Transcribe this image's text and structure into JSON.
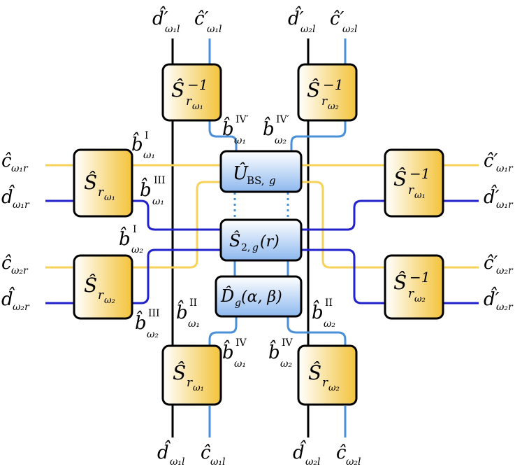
{
  "colors": {
    "black_wire": "#000000",
    "light_blue_wire": "#4a90d9",
    "dark_blue_wire": "#2222cc",
    "yellow_wire": "#f5d25a",
    "yellow_box_fill_start": "#ffffff",
    "yellow_box_fill_end": "#f3c33a",
    "blue_box_fill_start": "#ffffff",
    "blue_box_fill_end": "#8db8ee"
  },
  "boxes": {
    "s_inv_top_w1": "Ŝ⁻¹_{r_{ω1}}",
    "s_inv_top_w2": "Ŝ⁻¹_{r_{ω2}}",
    "s_left_w1": "Ŝ_{r_{ω1}}",
    "s_left_w2": "Ŝ_{r_{ω2}}",
    "s_inv_right_w1": "Ŝ⁻¹_{r_{ω1}}",
    "s_inv_right_w2": "Ŝ⁻¹_{r_{ω2}}",
    "s_bottom_w1": "Ŝ_{r_{ω1}}",
    "s_bottom_w2": "Ŝ_{r_{ω2}}",
    "u_bs": "Û_{BS,g}",
    "s2": "Ŝ_{2,g}(r)",
    "d_g": "D̂_g(α, β)"
  },
  "labels": {
    "top_d_w1l": "d̂′_{ω1 l}",
    "top_c_w1l": "ĉ′_{ω1 l}",
    "top_d_w2l": "d̂′_{ω2 l}",
    "top_c_w2l": "ĉ′_{ω2 l}",
    "left_c_w1r": "ĉ_{ω1 r}",
    "left_d_w1r": "d̂_{ω1 r}",
    "left_c_w2r": "ĉ_{ω2 r}",
    "left_d_w2r": "d̂_{ω2 r}",
    "right_c_w1r": "ĉ′_{ω1 r}",
    "right_d_w1r": "d̂′_{ω1 r}",
    "right_c_w2r": "ĉ′_{ω2 r}",
    "right_d_w2r": "d̂′_{ω2 r}",
    "bot_d_w1l": "d̂_{ω1 l}",
    "bot_c_w1l": "ĉ_{ω1 l}",
    "bot_d_w2l": "d̂_{ω2 l}",
    "bot_c_w2l": "ĉ_{ω2 l}",
    "b_w1_I": "b̂^I_{ω1}",
    "b_w1_III": "b̂^III_{ω1}",
    "b_w2_I": "b̂^I_{ω2}",
    "b_w2_III": "b̂^III_{ω2}",
    "b_w1_IVp": "b̂^{IV′}_{ω1}",
    "b_w2_IVp": "b̂^{IV′}_{ω2}",
    "b_w1_II": "b̂^II_{ω1}",
    "b_w2_II": "b̂^II_{ω2}",
    "b_w1_IV": "b̂^IV_{ω1}",
    "b_w2_IV": "b̂^IV_{ω2}"
  }
}
